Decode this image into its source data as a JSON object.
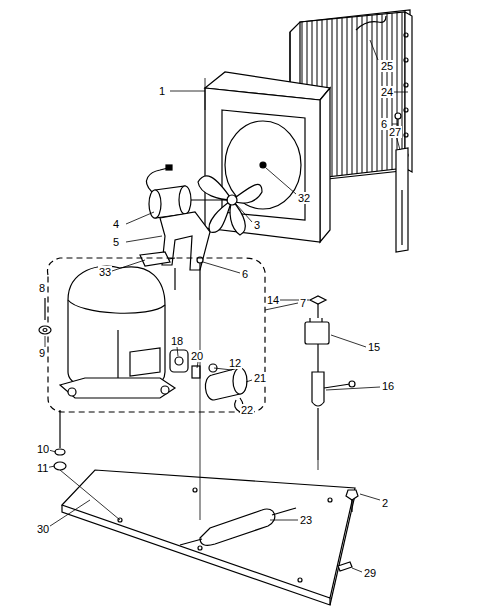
{
  "diagram": {
    "labels": [
      "1",
      "25",
      "24",
      "6",
      "27",
      "32",
      "3",
      "4",
      "5",
      "33",
      "6",
      "8",
      "14",
      "7",
      "15",
      "9",
      "18",
      "20",
      "12",
      "21",
      "22",
      "16",
      "10",
      "11",
      "2",
      "30",
      "23",
      "29"
    ]
  }
}
